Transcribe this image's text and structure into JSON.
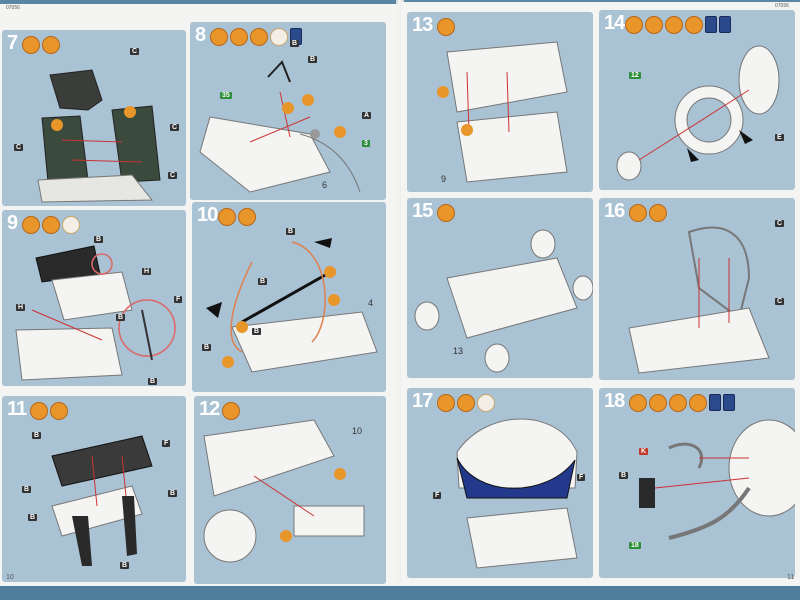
{
  "document": {
    "left_code": "07056",
    "right_code": "07056",
    "left_page": "10",
    "right_page": "11"
  },
  "steps": [
    {
      "number": "7",
      "tags": [
        "C",
        "C",
        "C",
        "C"
      ]
    },
    {
      "number": "8",
      "tags": [
        "B",
        "A",
        "B"
      ],
      "green_tags": [
        "35",
        "3"
      ],
      "part": "6"
    },
    {
      "number": "9",
      "tags": [
        "B",
        "H",
        "H",
        "F",
        "B",
        "B"
      ]
    },
    {
      "number": "10",
      "tags": [
        "B",
        "B",
        "B",
        "B"
      ],
      "part": "4"
    },
    {
      "number": "11",
      "tags": [
        "B",
        "F",
        "B",
        "B",
        "B",
        "B"
      ]
    },
    {
      "number": "12",
      "part": "10"
    },
    {
      "number": "13",
      "part": "9"
    },
    {
      "number": "14",
      "tags": [
        "E"
      ],
      "green_tags": [
        "12"
      ]
    },
    {
      "number": "15",
      "part": "13"
    },
    {
      "number": "16",
      "tags": [
        "C",
        "C"
      ]
    },
    {
      "number": "17",
      "tags": [
        "F",
        "F"
      ]
    },
    {
      "number": "18",
      "tags": [
        "B",
        "K"
      ],
      "green_tags": [
        "18"
      ]
    }
  ]
}
